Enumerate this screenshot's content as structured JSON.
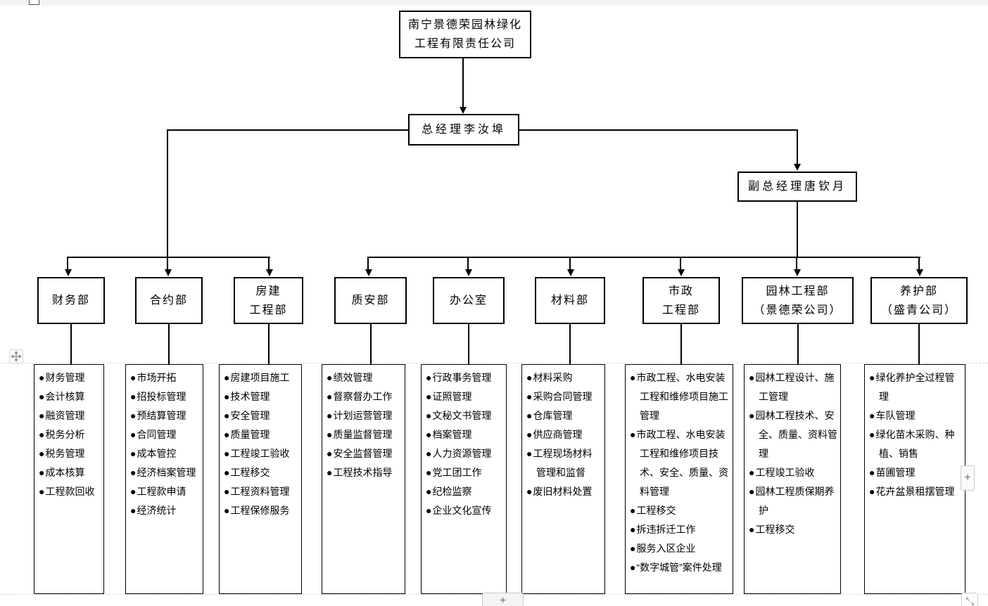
{
  "colors": {
    "line": "#000000",
    "box_border": "#000000",
    "page_strip": "#f2f3f5",
    "page_dash": "#d9d9d9"
  },
  "bullet": "●",
  "org": {
    "root_lines": [
      "南宁景德荣园林绿化",
      "工程有限责任公司"
    ],
    "general_manager": "总经理李汝埠",
    "deputy_general_manager": "副总经理唐钦月",
    "departments": [
      {
        "name_lines": [
          "财务部"
        ],
        "duties": [
          "财务管理",
          "会计核算",
          "融资管理",
          "税务分析",
          "税务管理",
          "成本核算",
          "工程款回收"
        ]
      },
      {
        "name_lines": [
          "合约部"
        ],
        "duties": [
          "市场开拓",
          "招投标管理",
          "预结算管理",
          "合同管理",
          "成本管控",
          "经济档案管理",
          "工程款申请",
          "经济统计"
        ]
      },
      {
        "name_lines": [
          "房建",
          "工程部"
        ],
        "duties": [
          "房建项目施工",
          "技术管理",
          "安全管理",
          "质量管理",
          "工程竣工验收",
          "工程移交",
          "工程资料管理",
          "工程保修服务"
        ]
      },
      {
        "name_lines": [
          "质安部"
        ],
        "duties": [
          "绩效管理",
          "督察督办工作",
          "计划运营管理",
          "质量监督管理",
          "安全监督管理",
          "工程技术指导"
        ]
      },
      {
        "name_lines": [
          "办公室"
        ],
        "duties": [
          "行政事务管理",
          "证照管理",
          "文秘文书管理",
          "档案管理",
          "人力资源管理",
          "党工团工作",
          "纪检监察",
          "企业文化宣传"
        ]
      },
      {
        "name_lines": [
          "材料部"
        ],
        "duties": [
          "材料采购",
          "采购合同管理",
          "仓库管理",
          "供应商管理",
          "工程现场材料管理和监督",
          "废旧材料处置"
        ]
      },
      {
        "name_lines": [
          "市政",
          "工程部"
        ],
        "duties": [
          "市政工程、水电安装工程和维修项目施工管理",
          "市政工程、水电安装工程和维修项目技术、安全、质量、资料管理",
          "工程移交",
          "拆违拆迁工作",
          "服务入区企业",
          "“数字城管”案件处理"
        ]
      },
      {
        "name_lines": [
          "园林工程部",
          "（景德荣公司）"
        ],
        "duties": [
          "园林工程设计、施工管理",
          "园林工程技术、安全、质量、资料管理",
          "工程竣工验收",
          "园林工程质保期养护",
          "工程移交"
        ]
      },
      {
        "name_lines": [
          "养护部",
          "（盛青公司）"
        ],
        "duties": [
          "绿化养护全过程管理",
          "车队管理",
          "绿化苗木采购、种植、销售",
          "苗圃管理",
          "花卉盆景租摆管理"
        ]
      }
    ]
  },
  "controls": {
    "zoom_in_side": "+",
    "add_bottom": "+"
  }
}
